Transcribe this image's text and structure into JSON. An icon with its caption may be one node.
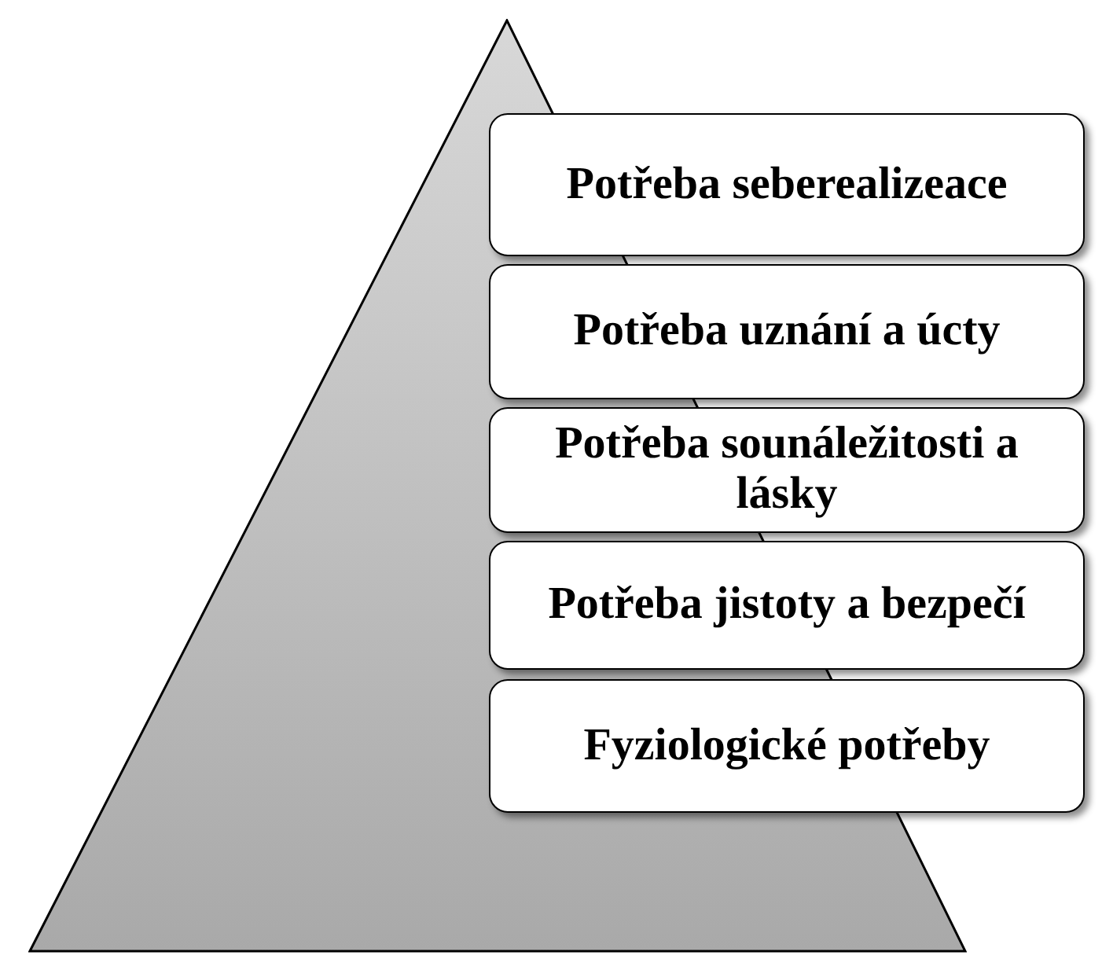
{
  "diagram": {
    "nodes": [
      {
        "text": [],
        "shape": "triangle"
      },
      {
        "text": [
          "Potřeba seberealizeace"
        ]
      },
      {
        "text": [
          "Potřeba uznání a úcty"
        ]
      },
      {
        "text": [
          "Potřeba sounáležitosti a lásky"
        ]
      },
      {
        "text": [
          "Potřeba jistoty a bezpečí"
        ]
      },
      {
        "text": [
          "Fyziologické potřeby"
        ]
      }
    ]
  }
}
